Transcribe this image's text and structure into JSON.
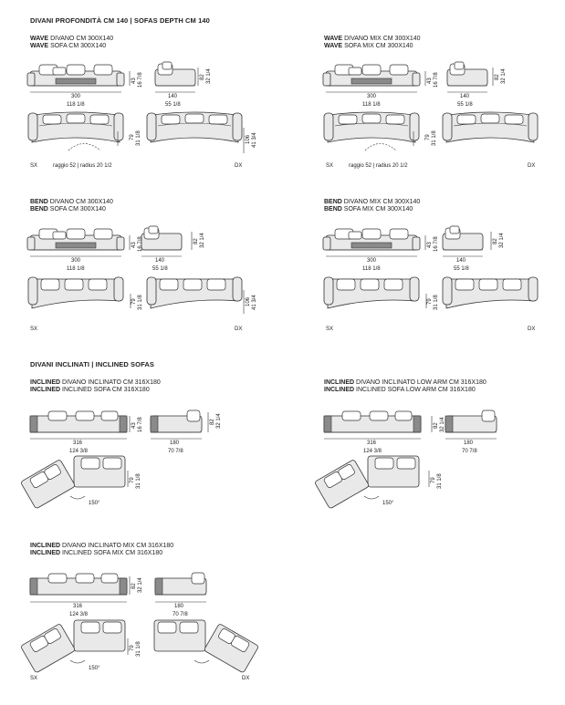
{
  "page_title": "DIVANI PROFONDITÀ CM 140 | SOFAS DEPTH CM 140",
  "section2_title": "DIVANI INCLINATI | INCLINED SOFAS",
  "blocks": {
    "wave": {
      "name": "WAVE",
      "line1": "DIVANO CM 300X140",
      "line2": "SOFA CM 300X140"
    },
    "wave_mix": {
      "name": "WAVE",
      "line1": "DIVANO MIX CM 300X140",
      "line2": "SOFA MIX CM 300X140"
    },
    "bend": {
      "name": "BEND",
      "line1": "DIVANO CM 300X140",
      "line2": "SOFA CM 300X140"
    },
    "bend_mix": {
      "name": "BEND",
      "line1": "DIVANO MIX CM 300X140",
      "line2": "SOFA MIX CM 300X140"
    },
    "inclined": {
      "name": "INCLINED",
      "line1": "DIVANO INCLINATO CM 316X180",
      "line2": "INCLINED SOFA CM 316X180"
    },
    "inclined_low": {
      "name": "INCLINED",
      "line1": "DIVANO INCLINATO LOW ARM CM 316X180",
      "line2": "INCLINED SOFA LOW ARM CM 316X180"
    },
    "inclined_mix": {
      "name": "INCLINED",
      "line1": "DIVANO INCLINATO MIX CM 316X180",
      "line2": "INCLINED SOFA MIX CM 316X180"
    }
  },
  "dims": {
    "w300": "300",
    "w300_in": "118 1/8",
    "d140": "140",
    "d140_in": "55 1/8",
    "h43": "43",
    "h43_in": "16 7/8",
    "h82": "82",
    "h82_in": "32 1/4",
    "d79": "79",
    "d79_in": "31 1/8",
    "d106": "106",
    "d106_in": "41 3/4",
    "w316": "316",
    "w316_in": "124 3/8",
    "d180": "180",
    "d180_in": "70 7/8",
    "angle": "150°"
  },
  "radius_label": "raggio 52 | radius 20 1/2",
  "sx": "SX",
  "dx": "DX"
}
